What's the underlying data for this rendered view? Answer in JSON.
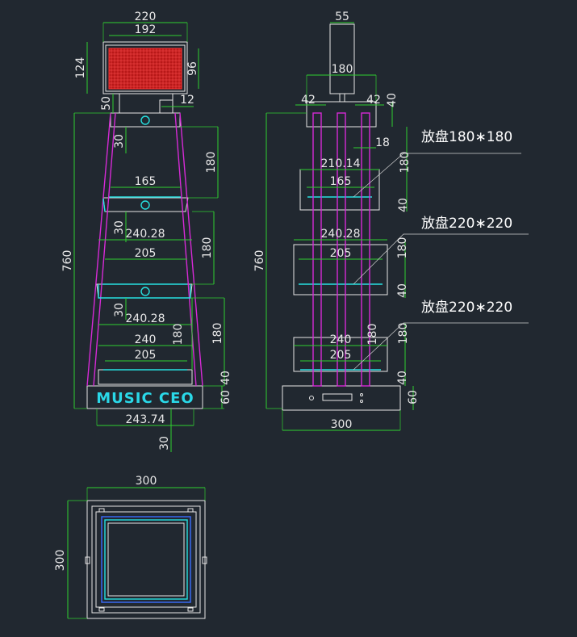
{
  "front_view": {
    "dims": {
      "display_width": "220",
      "display_inner": "192",
      "display_height": "124",
      "display_inner_height": "96",
      "stem": "50",
      "stem_gap": "12",
      "tier1_height": "180",
      "tier1_width": "165",
      "shelf_thk_1": "30",
      "tier2_width_outer": "240.28",
      "tier2_width": "205",
      "tier2_height": "180",
      "shelf_thk_2": "30",
      "tier3_width_outer": "240.28",
      "tier3_width": "240",
      "tier3_inner": "205",
      "tier3_height_a": "180",
      "tier3_height_b": "180",
      "base_shelf": "40",
      "base_height": "60",
      "base_width": "243.74",
      "base_bottom": "30",
      "overall_height": "760"
    },
    "brand_text": "MUSIC CEO"
  },
  "side_view": {
    "dims": {
      "display_width": "55",
      "top_width": "180",
      "left_offset": "42",
      "right_offset": "42",
      "top_thk": "40",
      "tier1_height": "180",
      "tier1_outer": "210.14",
      "tier1_inner": "165",
      "tier1_gap": "18",
      "tier1_shelf": "40",
      "tier2_outer": "240.28",
      "tier2_inner": "205",
      "tier2_height": "180",
      "tier2_shelf": "40",
      "tier3_outer": "240",
      "tier3_inner": "205",
      "tier3_height_a": "180",
      "tier3_height_b": "180",
      "tier3_shelf": "40",
      "base_height": "60",
      "base_width": "300",
      "overall_height": "760"
    },
    "callouts": [
      "放盘180∗180",
      "放盘220∗220",
      "放盘220∗220"
    ]
  },
  "plan_view": {
    "dims": {
      "width": "300",
      "depth": "300"
    }
  },
  "colors": {
    "background": "#212830",
    "outline": "#e6e6e6",
    "dimension": "#2fcf2f",
    "rod": "#d62ad6",
    "glass": "#27e0e0",
    "led": "#ff2020"
  }
}
